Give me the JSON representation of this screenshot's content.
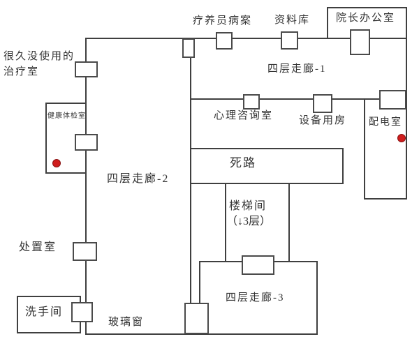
{
  "theme": {
    "wall_color": "#3f3f3f",
    "door_color": "#4a4a4a",
    "marker_color": "#cf1d1d",
    "background": "#ffffff",
    "text_color": "#333333"
  },
  "floorplan": {
    "floor": "四层",
    "labels": {
      "unused_treatment_line1": "很久没使用的",
      "unused_treatment_line2": "治疗室",
      "patient_records": "疗养员病案",
      "archive": "资料库",
      "director_office": "院长办公室",
      "corridor_1": "四层走廊-1",
      "health_exam": "健康体检室",
      "counseling": "心理咨询室",
      "equipment_room": "设备用房",
      "power_room": "配电室",
      "dead_end": "死路",
      "corridor_2": "四层走廊-2",
      "stairwell_line1": "楼梯间",
      "stairwell_line2": "（↓3层）",
      "disposal_room": "处置室",
      "washroom": "洗手间",
      "glass_window": "玻璃窗",
      "corridor_3": "四层走廊-3"
    },
    "markers": [
      {
        "name": "red-dot-health-exam-room",
        "room": "健康体检室"
      },
      {
        "name": "red-dot-power-room",
        "room": "配电室"
      }
    ]
  }
}
